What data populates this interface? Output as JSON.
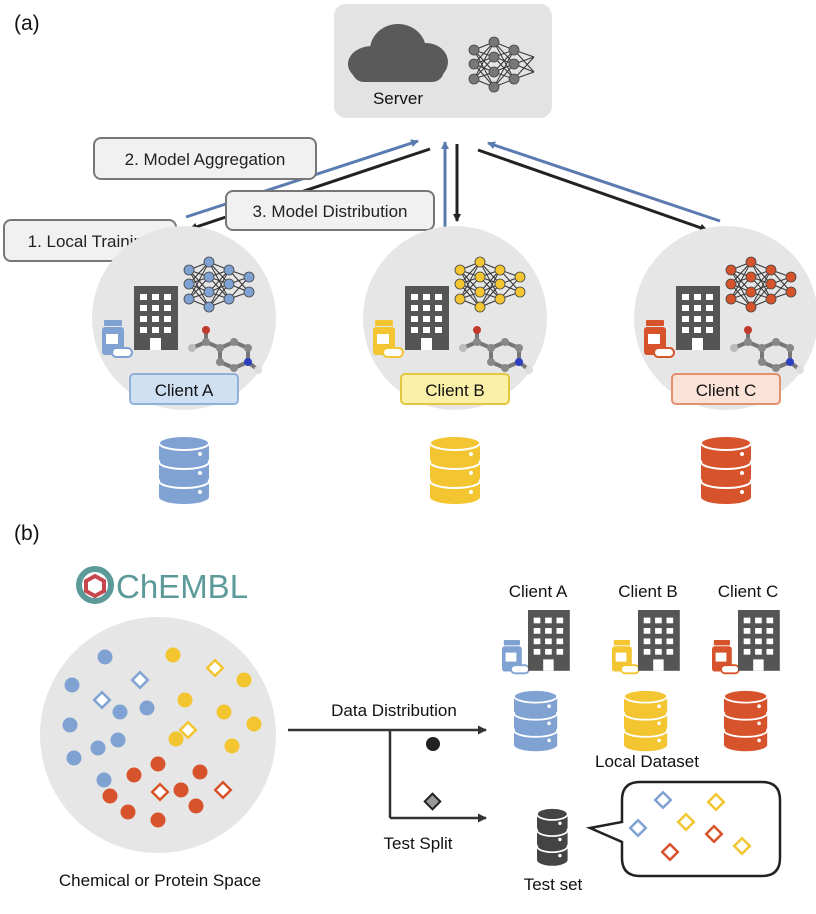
{
  "panel_a": {
    "label": "(a)",
    "server_label": "Server",
    "steps": {
      "local_training": "1. Local Training",
      "model_aggregation": "2. Model Aggregation",
      "model_distribution": "3. Model Distribution"
    },
    "clients": [
      {
        "label": "Client A",
        "color": "#7fa2d2",
        "fill": "#cfe0f3",
        "border": "#8fb0d8"
      },
      {
        "label": "Client B",
        "color": "#f2c531",
        "fill": "#fbf0a8",
        "border": "#e5c640"
      },
      {
        "label": "Client C",
        "color": "#d7532b",
        "fill": "#fbe2d6",
        "border": "#e2906f"
      }
    ],
    "arrow_colors": {
      "upload": "#5a7bb0",
      "download": "#222222"
    }
  },
  "panel_b": {
    "label": "(b)",
    "source_logo_text": "ChEMBL",
    "logo_color": "#5c9a9a",
    "space_label": "Chemical or Protein Space",
    "data_distribution_label": "Data Distribution",
    "test_split_label": "Test Split",
    "local_dataset_label": "Local Dataset",
    "test_set_label": "Test set",
    "clients": [
      "Client A",
      "Client B",
      "Client C"
    ]
  }
}
